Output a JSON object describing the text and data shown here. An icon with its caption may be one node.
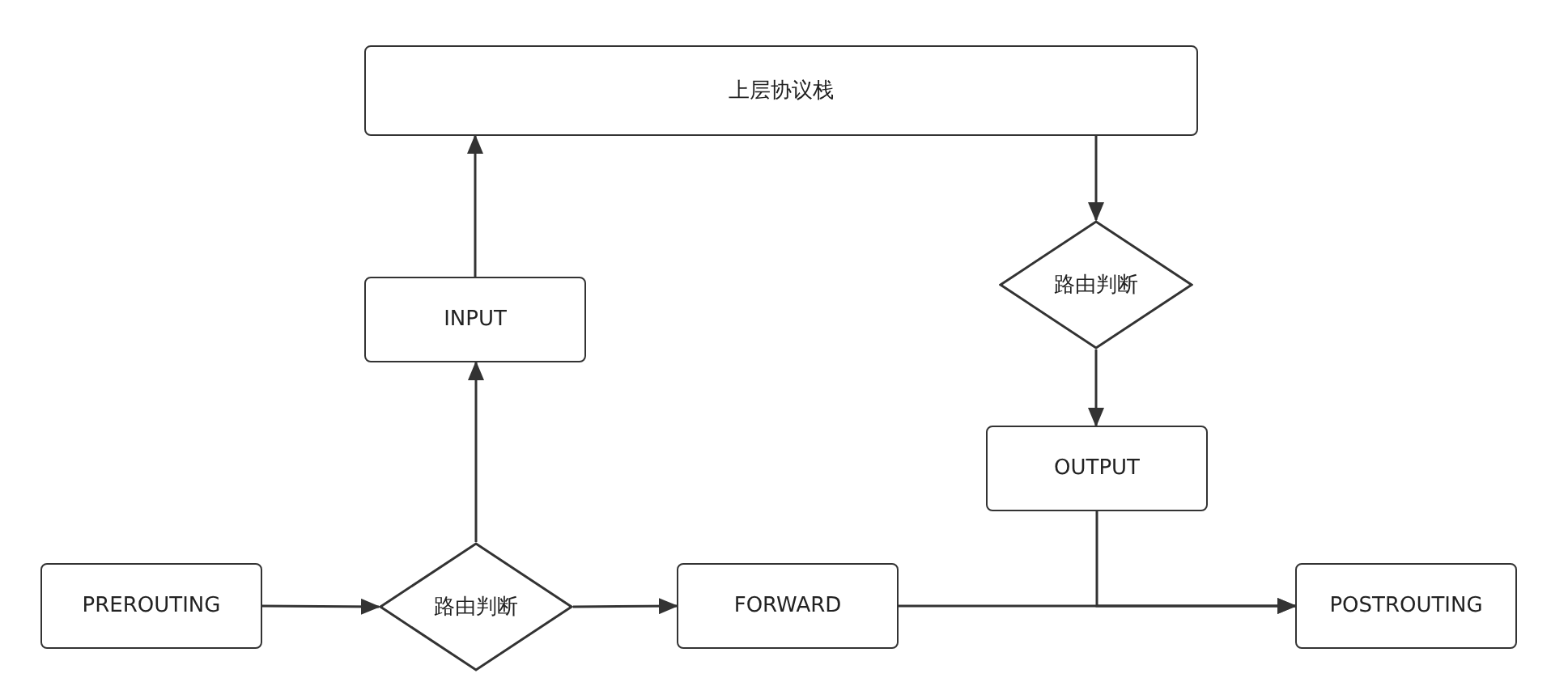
{
  "diagram": {
    "nodes": [
      {
        "text": [
          "上层协议栈"
        ]
      },
      {
        "text": [
          "路由判断"
        ]
      },
      {
        "text": [
          "INPUT"
        ]
      },
      {
        "text": [
          "OUTPUT"
        ]
      },
      {
        "text": [
          "PREROUTING"
        ]
      },
      {
        "text": [
          "路由判断"
        ]
      },
      {
        "text": [
          "FORWARD"
        ]
      },
      {
        "text": [
          "POSTROUTING"
        ]
      }
    ],
    "edges": [
      {
        "from": 4,
        "to": 5,
        "arrow": "to"
      },
      {
        "from": 5,
        "to": 2,
        "arrow": "to"
      },
      {
        "from": 2,
        "to": 0,
        "arrow": "to"
      },
      {
        "from": 0,
        "to": 1,
        "arrow": "to"
      },
      {
        "from": 1,
        "to": 3,
        "arrow": "to"
      },
      {
        "from": 5,
        "to": 6,
        "arrow": "to"
      },
      {
        "from": 6,
        "to": 7,
        "arrow": "to"
      },
      {
        "from": 3,
        "to": 7,
        "arrow": "to"
      }
    ]
  }
}
